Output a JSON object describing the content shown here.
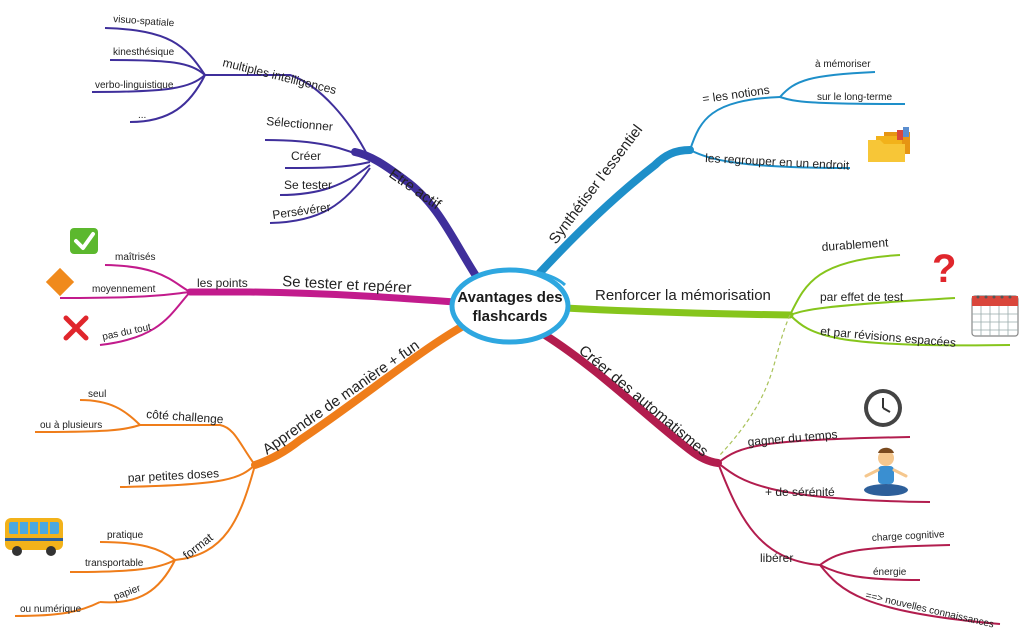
{
  "center": {
    "line1": "Avantages des",
    "line2": "flashcards"
  },
  "colors": {
    "etre_actif": "#3f2f9b",
    "se_tester": "#c21b8c",
    "apprendre": "#ef7d1a",
    "synthetiser": "#1e8fc9",
    "renforcer": "#86c51c",
    "automatismes": "#b21d4e",
    "center_ring": "#2ea7e0"
  },
  "branches": {
    "etre_actif": {
      "label": "Etre actif",
      "sub": {
        "intelligences": {
          "label": "multiples intelligences",
          "items": [
            "visuo-spatiale",
            "kinesthésique",
            "verbo-linguistique",
            "..."
          ]
        },
        "items": [
          "Sélectionner",
          "Créer",
          "Se tester",
          "Persévérer"
        ]
      }
    },
    "se_tester": {
      "label": "Se tester et repérer",
      "sub": {
        "points": {
          "label": "les points",
          "items": [
            "maîtrisés",
            "moyennement",
            "pas du tout"
          ]
        }
      }
    },
    "apprendre": {
      "label": "Apprendre de manière + fun",
      "sub": {
        "challenge": {
          "label": "côté challenge",
          "items": [
            "seul",
            "ou à plusieurs"
          ]
        },
        "doses": {
          "label": "par petites doses"
        },
        "format": {
          "label": "format",
          "items": [
            "pratique",
            "transportable",
            "papier",
            "ou numérique"
          ]
        }
      }
    },
    "synthetiser": {
      "label": "Synthétiser l'essentiel",
      "sub": {
        "notions": {
          "label": "= les notions",
          "items": [
            "à mémoriser",
            "sur le long-terme"
          ]
        },
        "regrouper": {
          "label": "les regrouper en un endroit"
        }
      }
    },
    "renforcer": {
      "label": "Renforcer la mémorisation",
      "items": [
        "durablement",
        "par effet de test",
        "et par révisions espacées"
      ]
    },
    "automatismes": {
      "label": "Créer des automatismes",
      "sub": {
        "temps": {
          "label": "gagner du temps"
        },
        "serenite": {
          "label": "+ de sérénité"
        },
        "liberer": {
          "label": "libérer",
          "items": [
            "charge cognitive",
            "énergie",
            "==> nouvelles connaissances"
          ]
        }
      }
    }
  },
  "icons": [
    "checkmark-icon",
    "diamond-icon",
    "cross-icon",
    "folder-icon",
    "question-mark-icon",
    "calendar-icon",
    "clock-icon",
    "meditation-icon",
    "bus-icon"
  ]
}
